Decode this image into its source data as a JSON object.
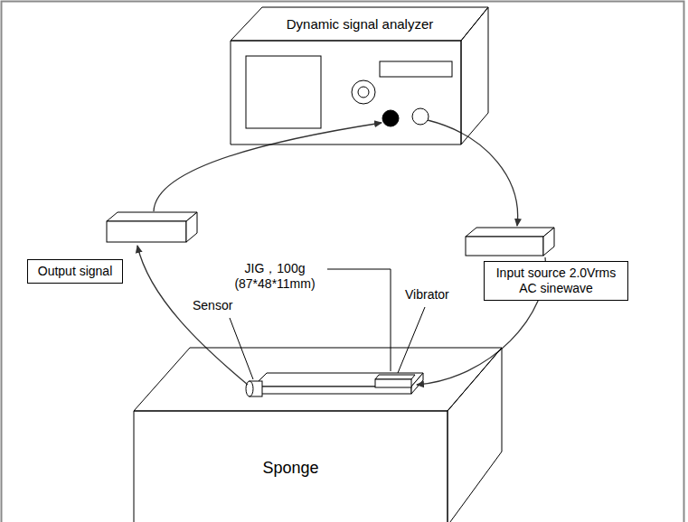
{
  "diagram": {
    "nodes": [
      {
        "text": [
          "Dynamic signal analyzer"
        ]
      },
      {
        "text": [
          "Output signal"
        ]
      },
      {
        "text": [
          "Input source 2.0Vrms AC sinewave"
        ]
      },
      {
        "text": [
          "Sponge"
        ]
      }
    ],
    "labels": [
      "JIG，100g (87*48*11mm)",
      "Sensor",
      "Vibrator"
    ]
  }
}
